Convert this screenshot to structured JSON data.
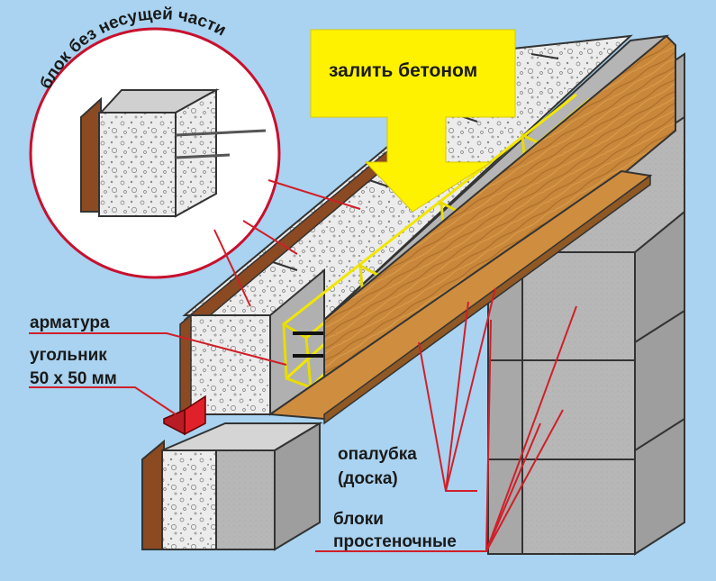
{
  "labels": {
    "pour": "залить бетоном",
    "block_top": "блок без несущей части",
    "rebar": "арматура",
    "angle_line1": "угольник",
    "angle_line2": "50 х 50 мм",
    "formwork_line1": "опалубка",
    "formwork_line2": "(доска)",
    "blocks_line1": "блоки",
    "blocks_line2": "простеночные"
  },
  "colors": {
    "background": "#a9d3f0",
    "arrow_fill": "#fff200",
    "board": "#c8873a",
    "block_gray": "#b8b8b8",
    "leader_line": "#d01f2a",
    "rebar": "#f2e600",
    "angle_steel": "#e0202a"
  },
  "icons": {
    "callout": "magnifier-circle",
    "arrow": "down-arrow"
  }
}
